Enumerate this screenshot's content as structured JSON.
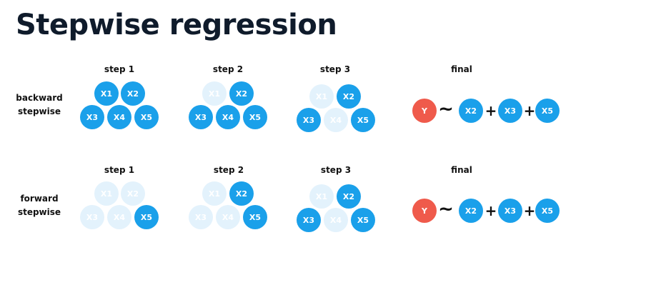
{
  "title": "Stepwise regression",
  "colors": {
    "active": "#1aa0ea",
    "inactive": "#e3f2fc",
    "response": "#ef5a4b"
  },
  "backward": {
    "label_line1": "backward",
    "label_line2": "stepwise",
    "step1": {
      "header": "step 1",
      "X1": "X1",
      "X2": "X2",
      "X3": "X3",
      "X4": "X4",
      "X5": "X5",
      "active": {
        "X1": true,
        "X2": true,
        "X3": true,
        "X4": true,
        "X5": true
      }
    },
    "step2": {
      "header": "step 2",
      "X1": "X1",
      "X2": "X2",
      "X3": "X3",
      "X4": "X4",
      "X5": "X5",
      "active": {
        "X1": false,
        "X2": true,
        "X3": true,
        "X4": true,
        "X5": true
      }
    },
    "step3": {
      "header": "step 3",
      "X1": "X1",
      "X2": "X2",
      "X3": "X3",
      "X4": "X4",
      "X5": "X5",
      "active": {
        "X1": false,
        "X2": true,
        "X3": true,
        "X4": false,
        "X5": true
      }
    },
    "final": {
      "header": "final",
      "response": "Y",
      "tilde": "~",
      "plus": "+",
      "terms": [
        "X2",
        "X3",
        "X5"
      ]
    }
  },
  "forward": {
    "label_line1": "forward",
    "label_line2": "stepwise",
    "step1": {
      "header": "step 1",
      "X1": "X1",
      "X2": "X2",
      "X3": "X3",
      "X4": "X4",
      "X5": "X5",
      "active": {
        "X1": false,
        "X2": false,
        "X3": false,
        "X4": false,
        "X5": true
      }
    },
    "step2": {
      "header": "step 2",
      "X1": "X1",
      "X2": "X2",
      "X3": "X3",
      "X4": "X4",
      "X5": "X5",
      "active": {
        "X1": false,
        "X2": true,
        "X3": false,
        "X4": false,
        "X5": true
      }
    },
    "step3": {
      "header": "step 3",
      "X1": "X1",
      "X2": "X2",
      "X3": "X3",
      "X4": "X4",
      "X5": "X5",
      "active": {
        "X1": false,
        "X2": true,
        "X3": true,
        "X4": false,
        "X5": true
      }
    },
    "final": {
      "header": "final",
      "response": "Y",
      "tilde": "~",
      "plus": "+",
      "terms": [
        "X2",
        "X3",
        "X5"
      ]
    }
  }
}
